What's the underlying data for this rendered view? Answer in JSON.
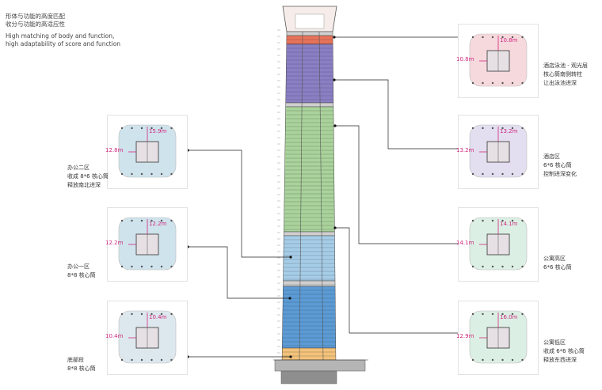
{
  "intro": {
    "zh1": "形体与功能的高度匹配",
    "zh2": "收分与功能的高适应性",
    "en1": "High matching of body and function,",
    "en2": "high adaptability of score and function"
  },
  "colors": {
    "dimension": "#d0287f",
    "pool": "#e8735a",
    "hotel": "#8a7fc4",
    "apartment": "#a9d39b",
    "office_high": "#a6cde8",
    "office_low": "#5b9bd6",
    "base": "#f3c27a",
    "mechanical": "#cfcfcf"
  },
  "zones": [
    {
      "id": "pool",
      "title": "酒店泳池 - 观光层",
      "line2": "核心筒南侧转柱",
      "line3": "让出泳池进深",
      "dim_h": "10.8m",
      "dim_v": "10.8m"
    },
    {
      "id": "hotel",
      "title": "酒店区",
      "line2": "6*6 核心筒",
      "line3": "控制进深变化",
      "dim_h": "13.2m",
      "dim_v": "13.2m"
    },
    {
      "id": "apt_high",
      "title": "公寓高区",
      "line2": "6*6 核心筒",
      "line3": "",
      "dim_h": "14.1m",
      "dim_v": "14.1m"
    },
    {
      "id": "apt_low",
      "title": "公寓低区",
      "line2": "收成 6*6 核心筒",
      "line3": "释放东西进深",
      "dim_h": "12.9m",
      "dim_v": "16.0m"
    },
    {
      "id": "office2",
      "title": "办公二区",
      "line2": "收成 8*6 核心筒",
      "line3": "释放南北进深",
      "dim_h": "12.8m",
      "dim_v": "15.9m"
    },
    {
      "id": "office1",
      "title": "办公一区",
      "line2": "8*8 核心筒",
      "line3": "",
      "dim_h": "12.2m",
      "dim_v": "12.2m"
    },
    {
      "id": "base",
      "title": "底部段",
      "line2": "8*8 核心筒",
      "line3": "",
      "dim_h": "10.4m",
      "dim_v": "10.4m"
    }
  ]
}
